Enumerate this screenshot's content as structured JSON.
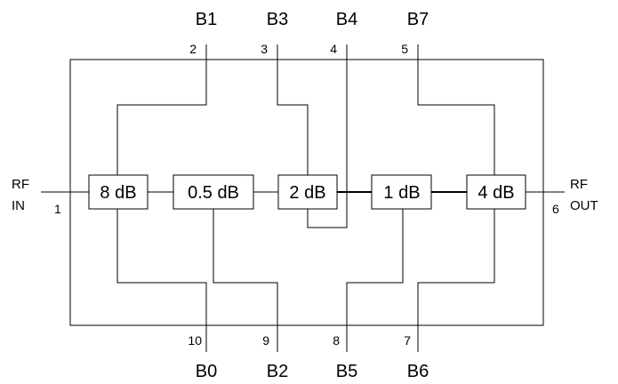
{
  "diagram": {
    "top_labels": [
      "B1",
      "B3",
      "B4",
      "B7"
    ],
    "top_pins": [
      "2",
      "3",
      "4",
      "5"
    ],
    "bottom_labels": [
      "B0",
      "B2",
      "B5",
      "B6"
    ],
    "bottom_pins": [
      "10",
      "9",
      "8",
      "7"
    ],
    "attenuators": [
      "8 dB",
      "0.5 dB",
      "2 dB",
      "1 dB",
      "4 dB"
    ],
    "rf_in": {
      "line1": "RF",
      "line2": "IN",
      "pin": "1"
    },
    "rf_out": {
      "line1": "RF",
      "line2": "OUT",
      "pin": "6"
    }
  }
}
